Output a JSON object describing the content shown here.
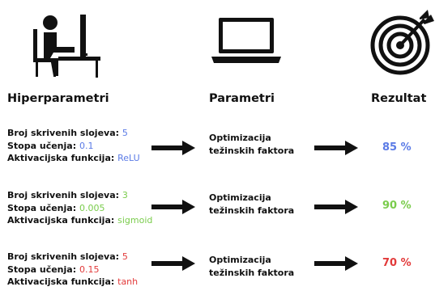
{
  "headers": {
    "hyperparameters": "Hiperparametri",
    "parameters": "Parametri",
    "result": "Rezultat"
  },
  "icons": {
    "left": "person-at-computer-icon",
    "middle": "laptop-icon",
    "right": "target-with-arrow-icon"
  },
  "rows": [
    {
      "layers_label": "Broj skrivenih slojeva:",
      "layers_value": "5",
      "lr_label": "Stopa učenja:",
      "lr_value": "0.1",
      "act_label": "Aktivacijska funkcija:",
      "act_value": "ReLU",
      "process_line1": "Optimizacija",
      "process_line2": "težinskih faktora",
      "result": "85 %",
      "color": "#5b7be6"
    },
    {
      "layers_label": "Broj skrivenih slojeva:",
      "layers_value": "3",
      "lr_label": "Stopa učenja:",
      "lr_value": "0.005",
      "act_label": "Aktivacijska funkcija:",
      "act_value": "sigmoid",
      "process_line1": "Optimizacija",
      "process_line2": "težinskih faktora",
      "result": "90 %",
      "color": "#7acc4c"
    },
    {
      "layers_label": "Broj skrivenih slojeva:",
      "layers_value": "5",
      "lr_label": "Stopa učenja:",
      "lr_value": "0.15",
      "act_label": "Aktivacijska funkcija:",
      "act_value": "tanh",
      "process_line1": "Optimizacija",
      "process_line2": "težinskih faktora",
      "result": "70 %",
      "color": "#e23a3a"
    }
  ]
}
